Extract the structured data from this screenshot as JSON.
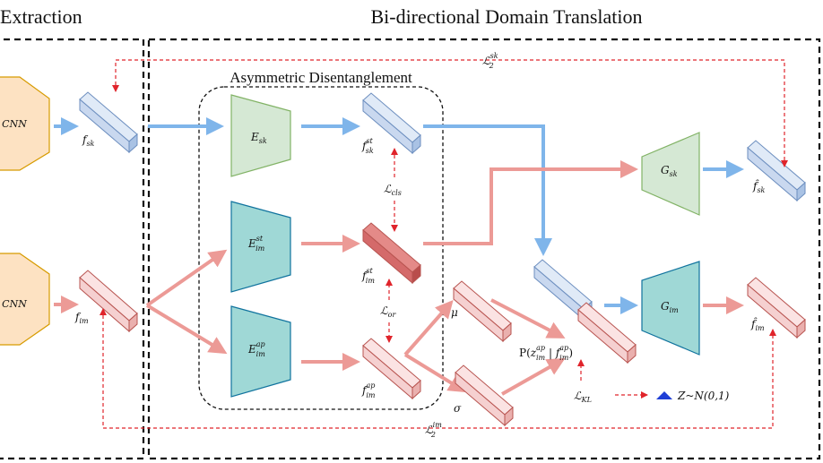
{
  "sections": {
    "left_title": "Extraction",
    "right_title": "Bi-directional Domain Translation",
    "inner_title": "Asymmetric Disentanglement"
  },
  "backbones": {
    "cnn_top": "CNN",
    "cnn_bottom": "CNN"
  },
  "features": {
    "f_sk": {
      "base": "f",
      "sub": "sk"
    },
    "f_im": {
      "base": "f",
      "sub": "im"
    },
    "f_sk_st": {
      "base": "f",
      "sub": "sk",
      "sup": "st"
    },
    "f_im_st": {
      "base": "f",
      "sub": "im",
      "sup": "st"
    },
    "f_im_ap": {
      "base": "f",
      "sub": "im",
      "sup": "ap"
    },
    "fhat_sk": {
      "base": "f̂",
      "sub": "sk"
    },
    "fhat_im": {
      "base": "f̂",
      "sub": "im"
    }
  },
  "modules": {
    "E_sk": {
      "base": "E",
      "sub": "sk"
    },
    "E_im_st": {
      "base": "E",
      "sub": "im",
      "sup": "st"
    },
    "E_im_ap": {
      "base": "E",
      "sub": "im",
      "sup": "ap"
    },
    "G_sk": {
      "base": "G",
      "sub": "sk"
    },
    "G_im": {
      "base": "G",
      "sub": "im"
    }
  },
  "losses": {
    "L_cls": {
      "base": "ℒ",
      "sub": "cls"
    },
    "L_or": {
      "base": "ℒ",
      "sub": "or"
    },
    "L_KL": {
      "base": "ℒ",
      "sub": "KL"
    },
    "L2_sk": {
      "base": "ℒ",
      "sub": "2",
      "sup": "sk"
    },
    "L2_im": {
      "base": "ℒ",
      "sub": "2",
      "sup": "im"
    }
  },
  "latent": {
    "mu": "μ",
    "sigma": "σ",
    "posterior": {
      "prefix": "P(",
      "z_base": "z",
      "z_sub": "im",
      "z_sup": "ap",
      "bar": " | ",
      "f_base": "f",
      "f_sub": "im",
      "f_sup": "ap",
      "suffix": ")"
    },
    "prior": "Z~N(0,1)"
  },
  "colors": {
    "blue_face": "#c9d8ef",
    "blue_edge": "#6c8ebf",
    "blue_arrow": "#7fb5ea",
    "red_face": "#f5d0d0",
    "red_edge": "#b85450",
    "red_dark": "#d46a6a",
    "red_arrow": "#ec9a96",
    "green": "#d5e8d4",
    "green_edge": "#82b366",
    "teal": "#9fd8d6",
    "teal_edge": "#10739e",
    "orange": "#fde2c2",
    "orange_edge": "#d79b00",
    "dash_red": "#e0242b",
    "prior_blue": "#1f3fd6"
  }
}
